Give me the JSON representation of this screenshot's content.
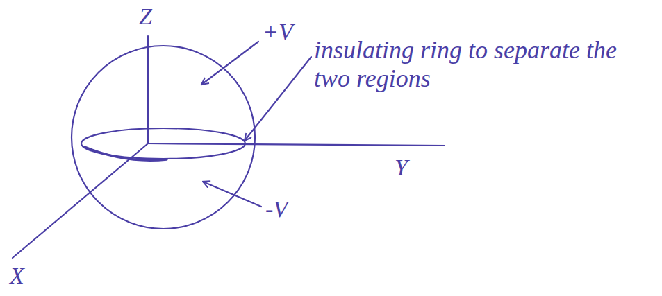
{
  "diagram": {
    "labels": [
      "Z",
      "+V",
      "insulating ring to separate the two regions",
      "Y",
      "-V",
      "X"
    ]
  }
}
